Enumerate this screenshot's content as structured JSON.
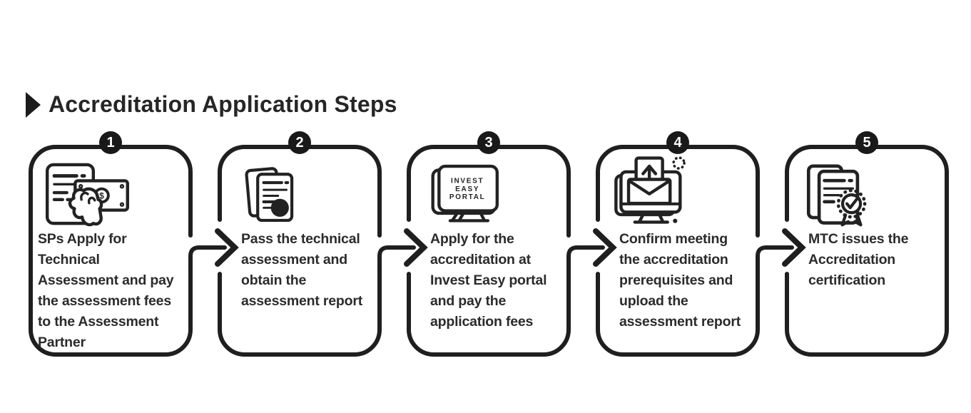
{
  "title": "Accreditation Application Steps",
  "colors": {
    "ink": "#1f1f1f",
    "text": "#2b2b2b",
    "badge_bg": "#191919",
    "badge_text": "#ffffff",
    "background": "#ffffff"
  },
  "steps": [
    {
      "number": "1",
      "icon": "receipt-payment-hand-icon",
      "currency_symbol": "$",
      "lines": [
        "SPs Apply for",
        "Technical",
        "Assessment and pay",
        "the assessment fees",
        "to the Assessment",
        "Partner"
      ]
    },
    {
      "number": "2",
      "icon": "stamped-report-documents-icon",
      "lines": [
        "Pass the technical",
        "assessment and",
        "obtain the",
        "assessment report"
      ]
    },
    {
      "number": "3",
      "icon": "invest-easy-portal-monitor-icon",
      "monitor_label": [
        "INVEST",
        "EASY",
        "PORTAL"
      ],
      "lines": [
        "Apply for the",
        "accreditation at",
        "Invest Easy portal",
        "and pay the",
        "application fees"
      ]
    },
    {
      "number": "4",
      "icon": "upload-envelope-monitor-icon",
      "lines": [
        "Confirm meeting",
        "the accreditation",
        "prerequisites  and",
        "upload the",
        "assessment report"
      ]
    },
    {
      "number": "5",
      "icon": "certificate-documents-icon",
      "lines": [
        "MTC issues the",
        "Accreditation",
        "certification"
      ]
    }
  ]
}
